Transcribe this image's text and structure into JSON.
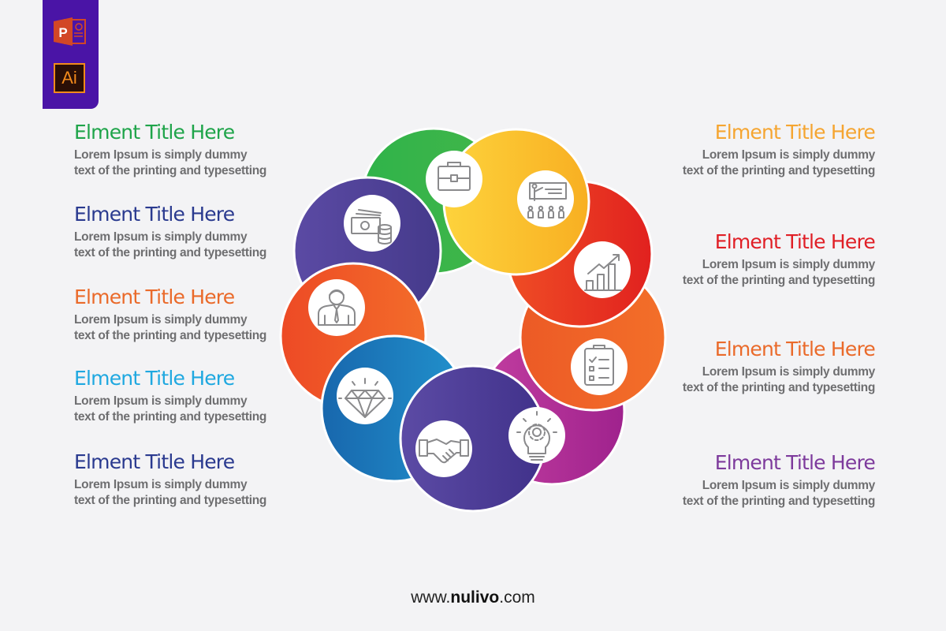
{
  "badges": {
    "powerpoint": "P",
    "illustrator": "Ai",
    "badge_color": "#4a14a6"
  },
  "left_items": [
    {
      "title": "Elment Title Here",
      "line1": "Lorem Ipsum is simply dummy",
      "line2": "text of the printing and typesetting",
      "color": "#1fa44a"
    },
    {
      "title": "Elment Title Here",
      "line1": "Lorem Ipsum is simply dummy",
      "line2": "text of the printing and typesetting",
      "color": "#2a3a8f"
    },
    {
      "title": "Elment Title Here",
      "line1": "Lorem Ipsum is simply dummy",
      "line2": "text of the printing and typesetting",
      "color": "#ea6a2a"
    },
    {
      "title": "Elment Title Here",
      "line1": "Lorem Ipsum is simply dummy",
      "line2": "text of the printing and typesetting",
      "color": "#1fa8e0"
    },
    {
      "title": "Elment Title Here",
      "line1": "Lorem Ipsum is simply dummy",
      "line2": "text of the printing and typesetting",
      "color": "#2a3a8f"
    }
  ],
  "right_items": [
    {
      "title": "Elment Title Here",
      "line1": "Lorem Ipsum is simply dummy",
      "line2": "text of the printing and typesetting",
      "color": "#f5a531"
    },
    {
      "title": "Elment Title Here",
      "line1": "Lorem Ipsum is simply dummy",
      "line2": "text of the printing and typesetting",
      "color": "#e01f26"
    },
    {
      "title": "Elment Title Here",
      "line1": "Lorem Ipsum is simply dummy",
      "line2": "text of the printing and typesetting",
      "color": "#ea6a2a"
    },
    {
      "title": "Elment Title Here",
      "line1": "Lorem Ipsum is simply dummy",
      "line2": "text of the printing and typesetting",
      "color": "#7d3a9c"
    }
  ],
  "segments": [
    {
      "name": "green",
      "icon": "briefcase-icon",
      "color1": "#2fb34a",
      "color2": "#43b649"
    },
    {
      "name": "yellow",
      "icon": "presentation-icon",
      "color1": "#fdd13a",
      "color2": "#f9b321"
    },
    {
      "name": "red",
      "icon": "growth-chart-icon",
      "color1": "#ef4a24",
      "color2": "#e2231f"
    },
    {
      "name": "orange-right",
      "icon": "clipboard-checklist-icon",
      "color1": "#f06a2a",
      "color2": "#f26b27"
    },
    {
      "name": "magenta",
      "icon": "lightbulb-gear-icon",
      "color1": "#c13a9e",
      "color2": "#a2238e"
    },
    {
      "name": "purple",
      "icon": "handshake-icon",
      "color1": "#5a4aa3",
      "color2": "#43338a"
    },
    {
      "name": "blue",
      "icon": "diamond-icon",
      "color1": "#1a6fb5",
      "color2": "#1e8bc8"
    },
    {
      "name": "orange-left",
      "icon": "businessman-icon",
      "color1": "#ef4e26",
      "color2": "#f26a2a"
    },
    {
      "name": "indigo",
      "icon": "money-coins-icon",
      "color1": "#5a4aa3",
      "color2": "#45398c"
    }
  ],
  "footer": {
    "prefix": "www.",
    "brand": "nulivo",
    "suffix": ".com"
  }
}
